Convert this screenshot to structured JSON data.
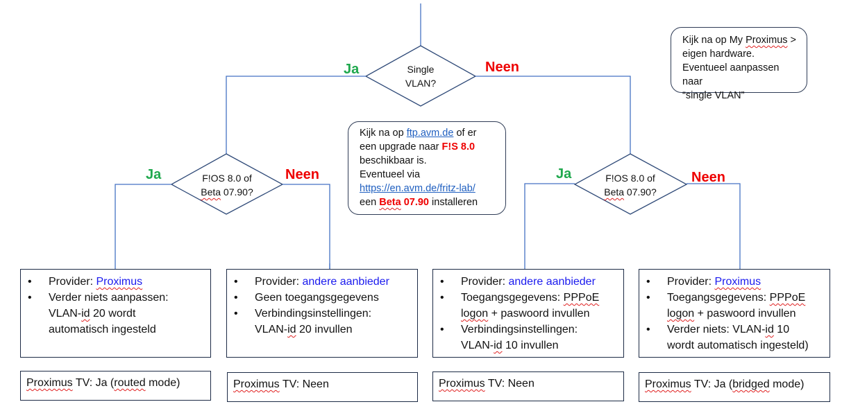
{
  "colors": {
    "line": "#4472c4",
    "diamond_border": "#2f4a78",
    "yes": "#1fa84d",
    "no": "#ee0000",
    "link": "#1f5fc0",
    "provider_highlight": "#1a1aee"
  },
  "top_decision": {
    "line1": "Single",
    "line2": "VLAN?",
    "yes_label": "Ja",
    "no_label": "Neen"
  },
  "left_decision": {
    "line1": "F!OS 8.0 of",
    "line2_a": "Beta",
    "line2_b": " 07.90?",
    "yes_label": "Ja",
    "no_label": "Neen"
  },
  "right_decision": {
    "line1": "F!OS 8.0 of",
    "line2_a": "Beta",
    "line2_b": " 07.90?",
    "yes_label": "Ja",
    "no_label": "Neen"
  },
  "note_top_right": {
    "l1_a": "Kijk na op My ",
    "l1_b": "Proximus",
    "l1_c": " >",
    "l2": "eigen hardware.",
    "l3": "Eventueel aanpassen naar",
    "l4": "“single VLAN”"
  },
  "note_center": {
    "l1_a": "Kijk na op ",
    "l1_link": "ftp.avm.de",
    "l1_b": " of er",
    "l2_a": "een upgrade naar ",
    "l2_b": "F!S 8.0",
    "l3": "beschikbaar is.",
    "l4": "Eventueel via",
    "l5_link": "https://en.avm.de/fritz-lab/",
    "l6_a": "een ",
    "l6_b": "Beta",
    "l6_c": " 07.90",
    "l6_d": " installeren"
  },
  "outcomes": [
    {
      "provider_label": "Provider: ",
      "provider_value": "Proximus",
      "b2": "Verder niets aanpassen:",
      "b2_l2_a": "VLAN-",
      "b2_l2_b": "id",
      "b2_l2_c": " 20 wordt",
      "b2_l3": "automatisch ingesteld",
      "tv_a": "Proximus",
      "tv_b": " TV: Ja (",
      "tv_c": "routed",
      "tv_d": " mode)"
    },
    {
      "provider_label": "Provider: ",
      "provider_value": "andere aanbieder",
      "b2": "Geen toegangsgegevens",
      "b3": "Verbindingsinstellingen:",
      "b3_l2_a": "VLAN-",
      "b3_l2_b": "id",
      "b3_l2_c": " 20 invullen",
      "tv_a": "Proximus",
      "tv_b": " TV: Neen"
    },
    {
      "provider_label": "Provider: ",
      "provider_value": "andere aanbieder",
      "b2_a": "Toegangsgegevens: ",
      "b2_b": "PPPoE",
      "b2_l2_a": "logon",
      "b2_l2_b": " + paswoord invullen",
      "b3": "Verbindingsinstellingen:",
      "b3_l2_a": "VLAN-",
      "b3_l2_b": "id",
      "b3_l2_c": " 10 invullen",
      "tv_a": "Proximus",
      "tv_b": " TV: Neen"
    },
    {
      "provider_label": "Provider: ",
      "provider_value": "Proximus",
      "b2_a": "Toegangsgegevens: ",
      "b2_b": "PPPoE",
      "b2_l2_a": "logon",
      "b2_l2_b": " + paswoord invullen",
      "b3_a": "Verder niets: VLAN-",
      "b3_b": "id",
      "b3_c": " 10",
      "b3_l2": "wordt automatisch ingesteld)",
      "tv_a": "Proximus",
      "tv_b": " TV: Ja (",
      "tv_c": "bridged",
      "tv_d": " mode)"
    }
  ]
}
